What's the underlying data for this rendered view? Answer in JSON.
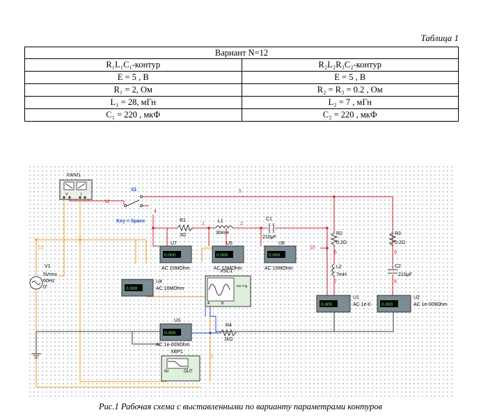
{
  "table_caption": "Таблица 1",
  "variant": "Вариант N=12",
  "table_rows": [
    [
      "R₁L₁C₁-контур",
      "R₂L₂R₃C₂-контур"
    ],
    [
      "E = 5 , В",
      "E = 5 , В"
    ],
    [
      "R₁ = 2, Ом",
      "R₂ = R₃ = 0.2 , Ом"
    ],
    [
      "L₁ = 28, мГн",
      "L₂ = 7 , мГн"
    ],
    [
      "C₁ = 220 , мкФ",
      "C₂ = 220 , мкФ"
    ]
  ],
  "schematic": {
    "xwm": "XWM1",
    "switch": "S1",
    "key": "Key = Space",
    "r1": "R1",
    "r1_val": "3Ω",
    "l1": "L1",
    "l1_val": "30mH",
    "c1": "C1",
    "c1_val": "210μF",
    "r2": "R2",
    "r2_val": "0.2Ω",
    "r3": "R3",
    "r3_val": "0.2Ω",
    "l2": "L2",
    "l2_val": "7mH",
    "c2": "C2",
    "c2_val": "210μF",
    "r4": "R4",
    "r4_val": "1kΩ",
    "v1": "V1",
    "v1_rms": "5Vrms",
    "v1_freq": "60Hz",
    "v1_phase": "0°",
    "u7": "U7",
    "u5": "U5",
    "u6": "U6",
    "u4": "U4",
    "u3": "U3",
    "u1": "U1",
    "u2": "U2",
    "xsc": "XSC1",
    "xbp": "XBP1",
    "meter_display": "0.000",
    "ac_10m": "AC  10MOhm",
    "ac_1e": "AC  1e-009Ohm",
    "u1_ac": "AC  1e-0",
    "bp_in": "IN",
    "bp_out": "OUT",
    "xwm_v": "V",
    "xwm_i": "I",
    "xsc_a": "A",
    "xsc_b": "B",
    "xsc_ext": "Ext Trig",
    "nodes": [
      "1",
      "2",
      "3",
      "4",
      "5",
      "6",
      "7",
      "8",
      "9",
      "10",
      "11",
      "12"
    ]
  },
  "figure_caption": "Рис.1 Рабочая схема с выставленными по варианту параметрами контуров"
}
